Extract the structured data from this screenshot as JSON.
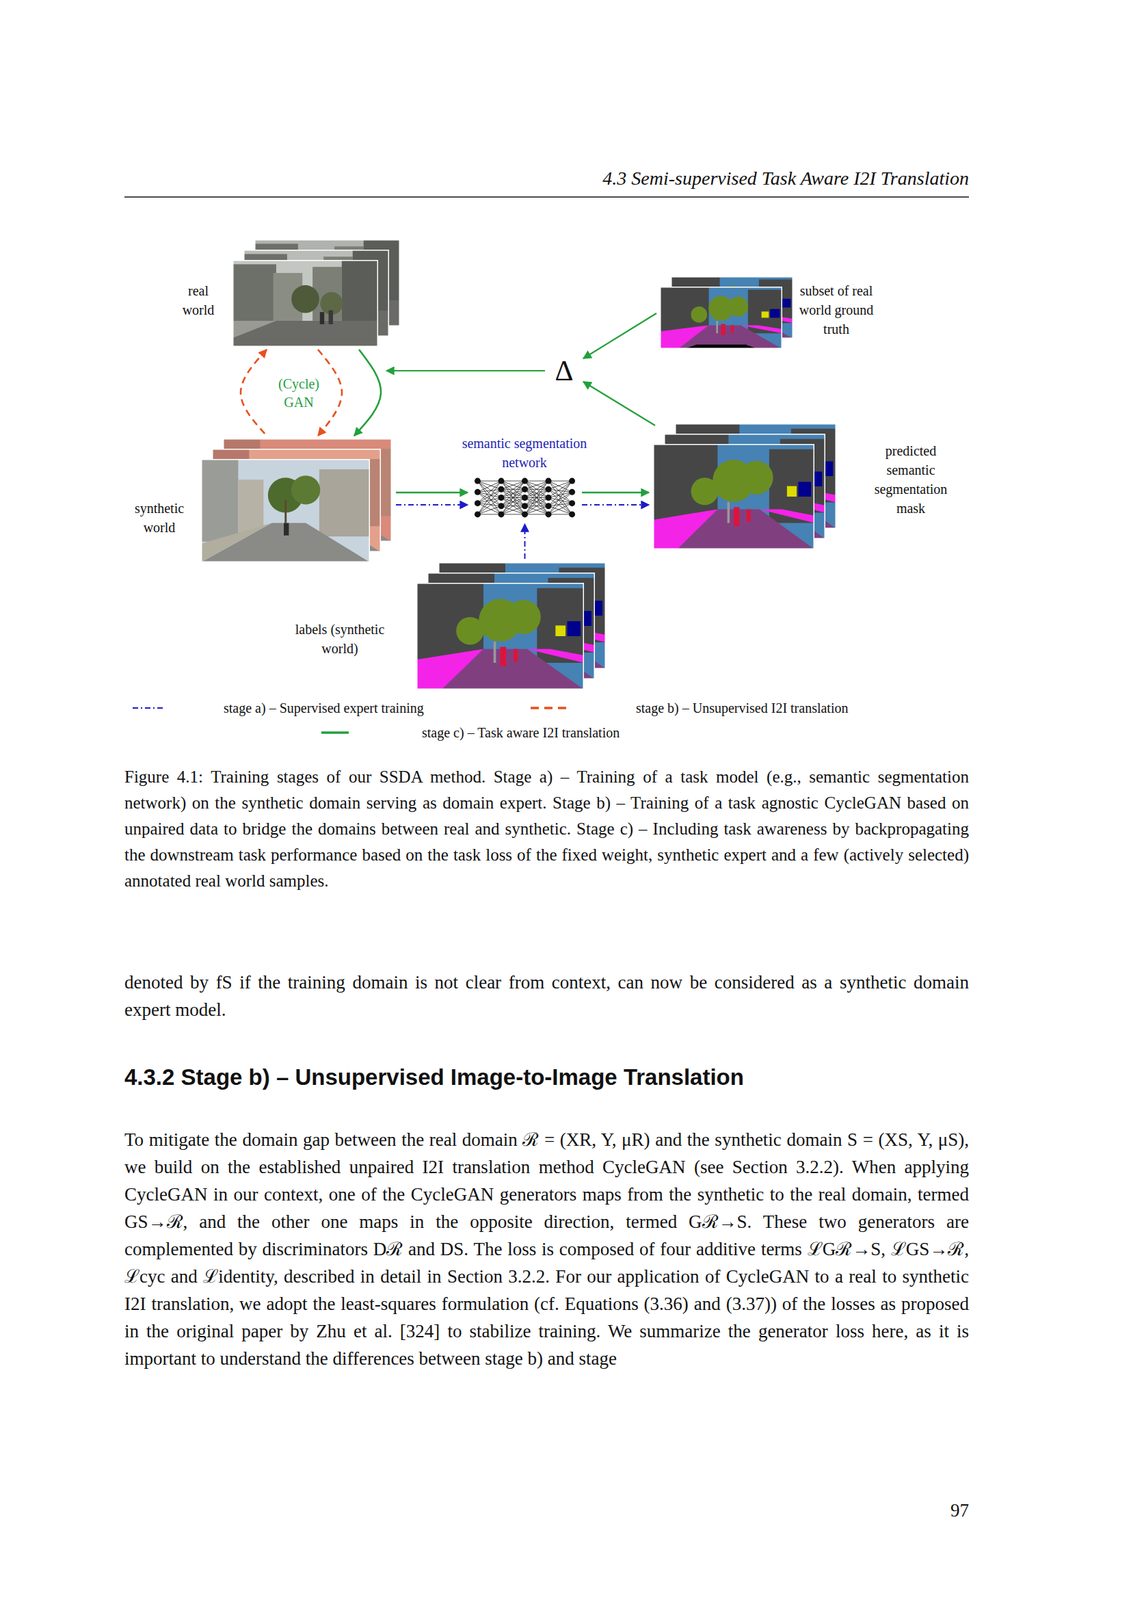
{
  "diagram": {
    "caption": "Figure 4.1: Training stages of our SSDA method. Stage a) – Training of a task model (e.g., semantic segmentation network) on the synthetic domain serving as domain expert. Stage b) – Training of a task agnostic CycleGAN based on unpaired data to bridge the domains between real and synthetic. Stage c) – Including task awareness by backpropagating the downstream task performance based on the task loss of the fixed weight, synthetic expert and a few (actively selected) annotated real world samples.",
    "nodes": [
      {
        "text": [
          "real world"
        ]
      },
      {
        "text": [
          "subset of real world ground truth"
        ]
      },
      {
        "text": [
          "Δ"
        ]
      },
      {
        "text": [
          "synthetic world"
        ]
      },
      {
        "text": [
          "semantic segmentation network"
        ]
      },
      {
        "text": [
          "predicted semantic segmentation mask"
        ]
      },
      {
        "text": [
          "labels (synthetic world)"
        ]
      }
    ],
    "edges": [
      {
        "from": 0,
        "to": 3,
        "arrow": "both",
        "label": "(Cycle) GAN"
      },
      {
        "from": 0,
        "to": 3,
        "arrow": "to"
      },
      {
        "from": 3,
        "to": 4,
        "arrow": "to"
      },
      {
        "from": 3,
        "to": 4,
        "arrow": "to"
      },
      {
        "from": 4,
        "to": 5,
        "arrow": "to"
      },
      {
        "from": 4,
        "to": 5,
        "arrow": "to"
      },
      {
        "from": 6,
        "to": 4,
        "arrow": "to"
      },
      {
        "from": 5,
        "to": 2,
        "arrow": "to"
      },
      {
        "from": 1,
        "to": 2,
        "arrow": "to"
      },
      {
        "from": 2,
        "to": 0,
        "arrow": "to"
      }
    ],
    "labels": [
      "4.3 Semi-supervised Task Aware I2I Translation",
      "denoted by fS if the training domain is not clear from context, can now be considered as a synthetic domain expert model.",
      "4.3.2 Stage b) – Unsupervised Image-to-Image Translation",
      "To mitigate the domain gap between the real domain ℛ = (XR, Y, μR) and the synthetic domain S = (XS, Y, μS), we build on the established unpaired I2I translation method CycleGAN (see Section 3.2.2). When applying CycleGAN in our context, one of the CycleGAN generators maps from the synthetic to the real domain, termed GS→ℛ, and the other one maps in the opposite direction, termed Gℛ→S. These two generators are complemented by discriminators Dℛ and DS. The loss is composed of four additive terms ℒGℛ→S, ℒGS→ℛ, ℒcyc and ℒidentity, described in detail in Section 3.2.2. For our application of CycleGAN to a real to synthetic I2I translation, we adopt the least-squares formulation (cf. Equations (3.36) and (3.37)) of the losses as proposed in the original paper by Zhu et al. [324] to stabilize training. We summarize the generator loss here, as it is important to understand the differences between stage b) and stage",
      "97"
    ],
    "legend": [
      {
        "text": "stage a) – Supervised expert training"
      },
      {
        "text": "stage b) – Unsupervised I2I translation"
      },
      {
        "text": "stage c) – Task aware I2I translation"
      }
    ]
  }
}
